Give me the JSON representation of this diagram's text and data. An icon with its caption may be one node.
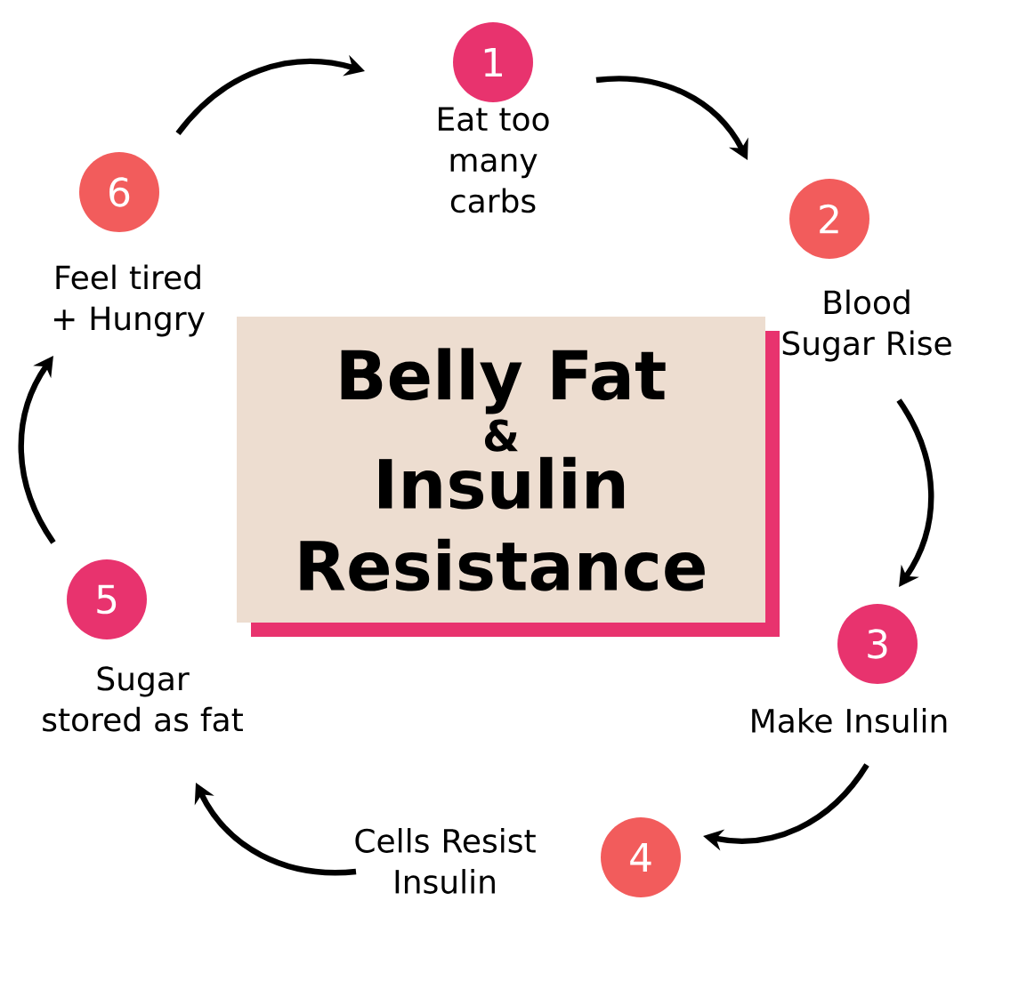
{
  "diagram": {
    "nodes": [
      {
        "text": [
          "1"
        ],
        "beside": [
          "Eat too many carbs"
        ]
      },
      {
        "text": [
          "2"
        ],
        "beside": [
          "Blood Sugar Rise"
        ]
      },
      {
        "text": [
          "3"
        ],
        "beside": [
          "Make Insulin"
        ]
      },
      {
        "text": [
          "4"
        ],
        "beside": [
          "Cells Resist Insulin"
        ]
      },
      {
        "text": [
          "5"
        ],
        "beside": [
          "Sugar stored as fat"
        ]
      },
      {
        "text": [
          "6"
        ],
        "beside": [
          "Feel tired + Hungry"
        ]
      },
      {
        "text": [
          "Belly Fat",
          "&",
          "Insulin Resistance"
        ]
      }
    ],
    "edges": [
      {
        "from": 0,
        "to": 1,
        "arrow": "to"
      },
      {
        "from": 1,
        "to": 2,
        "arrow": "to"
      },
      {
        "from": 2,
        "to": 3,
        "arrow": "to"
      },
      {
        "from": 3,
        "to": 4,
        "arrow": "to"
      },
      {
        "from": 4,
        "to": 5,
        "arrow": "to"
      },
      {
        "from": 5,
        "to": 0,
        "arrow": "to"
      }
    ]
  }
}
